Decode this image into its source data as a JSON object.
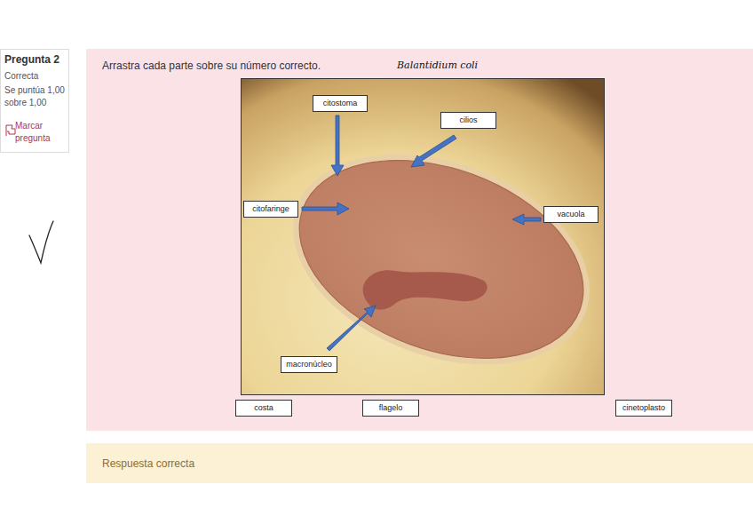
{
  "diagram": {
    "nodes": [
      {
        "text": [
          "Pregunta 2",
          "Correcta",
          "Se puntúa 1,00 sobre 1,00",
          "Marcar pregunta"
        ]
      },
      {
        "text": [
          "Arrastra cada parte sobre su número correcto."
        ]
      },
      {
        "text": [
          "citostoma"
        ],
        "in": 1
      },
      {
        "text": [
          "cilios"
        ],
        "in": 1
      },
      {
        "text": [
          "citofaringe"
        ],
        "in": 1
      },
      {
        "text": [
          "vacuola"
        ],
        "in": 1
      },
      {
        "text": [
          "macronúcleo"
        ],
        "in": 1
      },
      {
        "text": [
          "costa"
        ],
        "in": 1
      },
      {
        "text": [
          "flagelo"
        ],
        "in": 1
      },
      {
        "text": [
          "cinetoplasto"
        ],
        "in": 1
      },
      {
        "text": [
          "Respuesta correcta"
        ]
      }
    ],
    "labels": [
      "Balantidium coli"
    ]
  }
}
